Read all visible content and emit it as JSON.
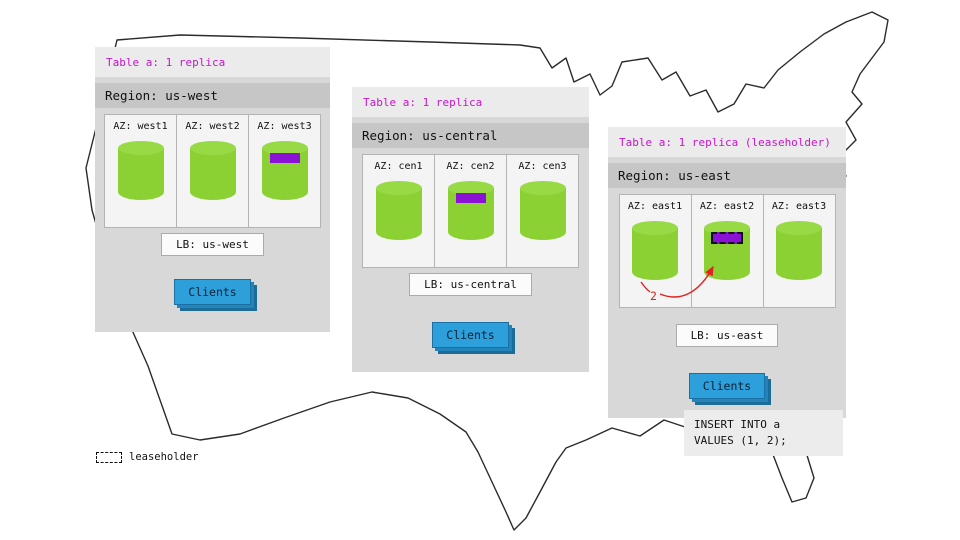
{
  "regions": [
    {
      "table_label": "Table a: 1 replica",
      "region_label": "Region: us-west",
      "lb_label": "LB: us-west",
      "clients_label": "Clients",
      "azs": [
        {
          "label": "AZ: west1",
          "marker": "none"
        },
        {
          "label": "AZ: west2",
          "marker": "none"
        },
        {
          "label": "AZ: west3",
          "marker": "replica"
        }
      ]
    },
    {
      "table_label": "Table a: 1 replica",
      "region_label": "Region: us-central",
      "lb_label": "LB: us-central",
      "clients_label": "Clients",
      "azs": [
        {
          "label": "AZ: cen1",
          "marker": "none"
        },
        {
          "label": "AZ: cen2",
          "marker": "replica"
        },
        {
          "label": "AZ: cen3",
          "marker": "none"
        }
      ]
    },
    {
      "table_label": "Table a: 1 replica (leaseholder)",
      "region_label": "Region: us-east",
      "lb_label": "LB: us-east",
      "clients_label": "Clients",
      "azs": [
        {
          "label": "AZ: east1",
          "marker": "none"
        },
        {
          "label": "AZ: east2",
          "marker": "leaseholder"
        },
        {
          "label": "AZ: east3",
          "marker": "none"
        }
      ]
    }
  ],
  "annotations": {
    "step_number": "2",
    "sql_line1": "INSERT INTO a",
    "sql_line2": "VALUES (1, 2);"
  },
  "legend": {
    "label": "leaseholder"
  },
  "colors": {
    "accent_magenta": "#c417c9",
    "replica_purple": "#8912d4",
    "cylinder_green": "#8bd133",
    "clients_blue": "#2d9fdb",
    "arrow_red": "#e02222",
    "panel_gray": "#d8d8d8"
  }
}
